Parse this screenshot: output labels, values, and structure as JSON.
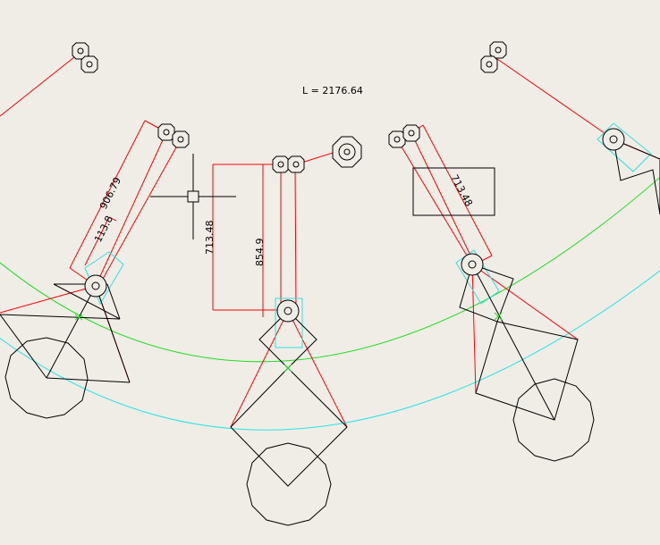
{
  "drawing": {
    "total_length": "L = 2176.64",
    "dimensions": {
      "left_long": "906.79",
      "left_short": "113.8",
      "center_left": "713.48",
      "center_right": "854.9",
      "right": "713.48"
    }
  },
  "colors": {
    "background": "#f0ede7",
    "line": "#000000",
    "dimension": "#ff0000",
    "arc_green": "#22dd22",
    "arc_cyan": "#22e5e5",
    "highlight": "#33e0e0"
  }
}
